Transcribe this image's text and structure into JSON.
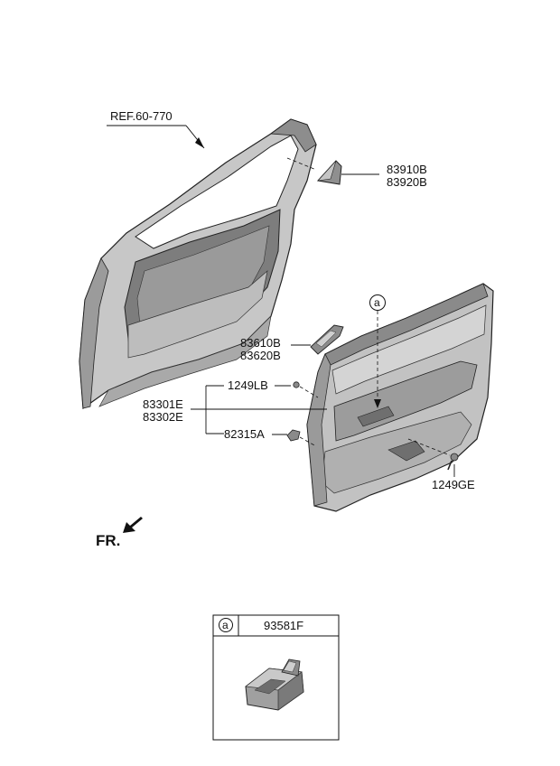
{
  "labels": {
    "ref": "REF.60-770",
    "p83910b": "83910B",
    "p83920b": "83920B",
    "p83610b": "83610B",
    "p83620b": "83620B",
    "p1249lb": "1249LB",
    "p83301e": "83301E",
    "p83302e": "83302E",
    "p82315a": "82315A",
    "p1249ge": "1249GE",
    "callout": "a",
    "front": "FR."
  },
  "detail_box": {
    "callout": "a",
    "part": "93581F"
  },
  "colors": {
    "line": "#111111",
    "part_fill": "#b3b3b3",
    "part_dark": "#6f6f6f",
    "part_light": "#d9d9d9"
  }
}
